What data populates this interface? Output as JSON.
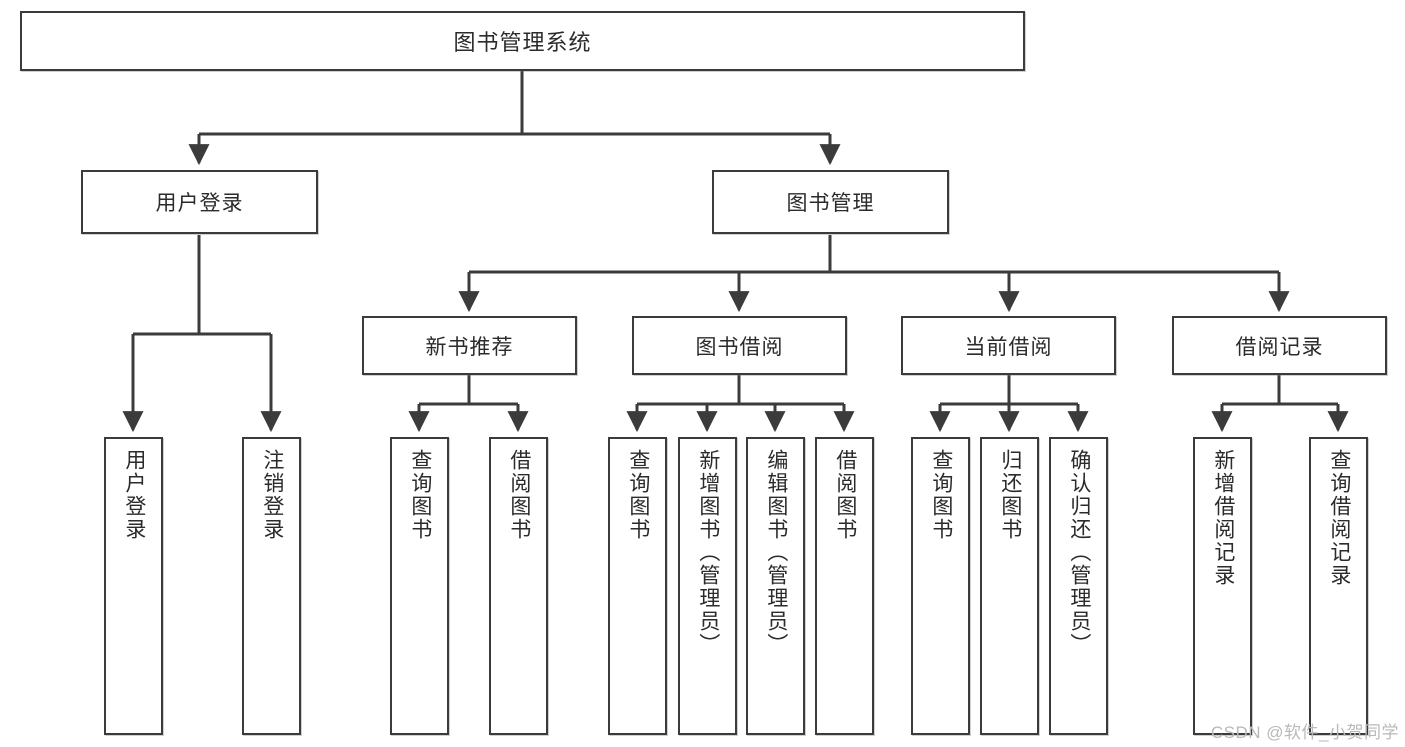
{
  "diagram": {
    "title": "图书管理系统",
    "type": "hierarchy-tree",
    "orientation": "top-down",
    "colors": {
      "stroke": "#3b3b3b",
      "fill": "#ffffff",
      "text": "#2b2b2b",
      "watermark": "#b9b9b9"
    },
    "root": {
      "id": "root",
      "label": "图书管理系统"
    },
    "level1": [
      {
        "id": "user-login",
        "label": "用户登录"
      },
      {
        "id": "book-manage",
        "label": "图书管理"
      }
    ],
    "level2": [
      {
        "id": "new-book-rec",
        "label": "新书推荐",
        "parent": "book-manage"
      },
      {
        "id": "book-borrow",
        "label": "图书借阅",
        "parent": "book-manage"
      },
      {
        "id": "current-borrow",
        "label": "当前借阅",
        "parent": "book-manage"
      },
      {
        "id": "borrow-record",
        "label": "借阅记录",
        "parent": "book-manage"
      }
    ],
    "leaves": [
      {
        "id": "leaf-user-login",
        "label": "用户登录",
        "parent": "user-login"
      },
      {
        "id": "leaf-logout",
        "label": "注销登录",
        "parent": "user-login"
      },
      {
        "id": "leaf-query-book-1",
        "label": "查询图书",
        "parent": "new-book-rec"
      },
      {
        "id": "leaf-borrow-book-1",
        "label": "借阅图书",
        "parent": "new-book-rec"
      },
      {
        "id": "leaf-query-book-2",
        "label": "查询图书",
        "parent": "book-borrow"
      },
      {
        "id": "leaf-add-book",
        "label": "新增图书（管理员）",
        "parent": "book-borrow"
      },
      {
        "id": "leaf-edit-book",
        "label": "编辑图书（管理员）",
        "parent": "book-borrow"
      },
      {
        "id": "leaf-borrow-book-2",
        "label": "借阅图书",
        "parent": "book-borrow"
      },
      {
        "id": "leaf-query-book-3",
        "label": "查询图书",
        "parent": "current-borrow"
      },
      {
        "id": "leaf-return-book",
        "label": "归还图书",
        "parent": "current-borrow"
      },
      {
        "id": "leaf-confirm-return",
        "label": "确认归还（管理员）",
        "parent": "current-borrow"
      },
      {
        "id": "leaf-add-record",
        "label": "新增借阅记录",
        "parent": "borrow-record"
      },
      {
        "id": "leaf-query-record",
        "label": "查询借阅记录",
        "parent": "borrow-record"
      }
    ],
    "watermark": "CSDN @软件_小贺同学"
  }
}
